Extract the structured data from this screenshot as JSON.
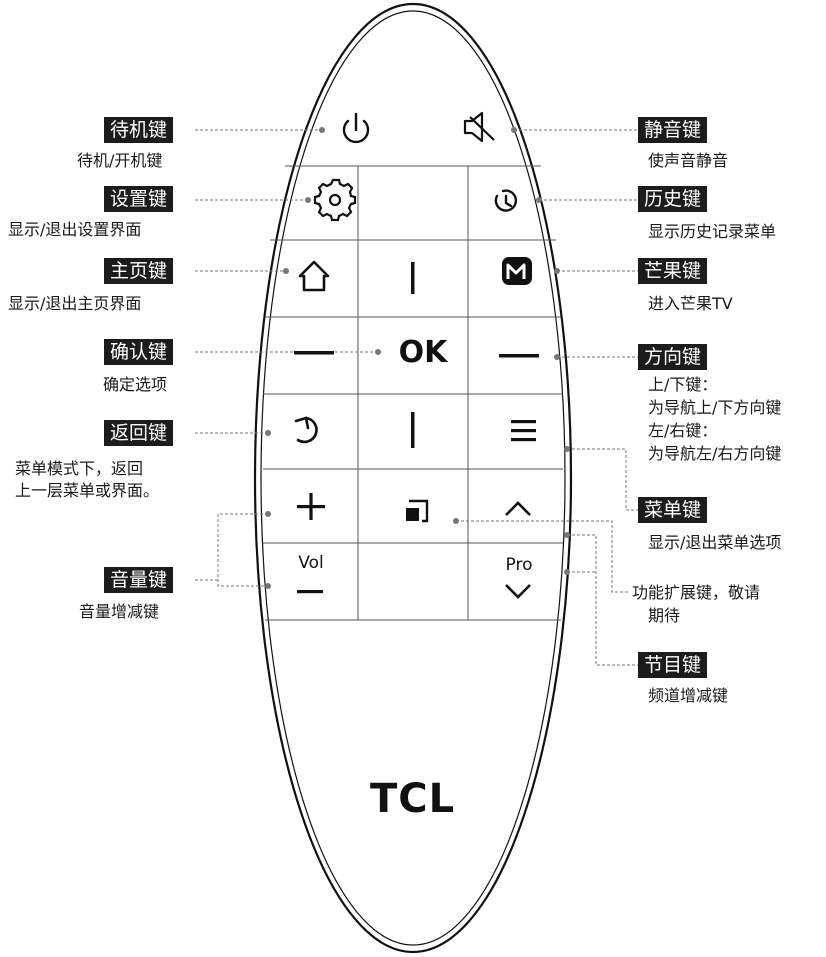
{
  "brand": "TCL",
  "button_labels": {
    "ok": "OK",
    "vol": "Vol",
    "pro": "Pro"
  },
  "callouts": [
    {
      "id": "standby",
      "tag": "待机键",
      "desc": [
        "待机/开机键"
      ]
    },
    {
      "id": "settings",
      "tag": "设置键",
      "desc": [
        "显示/退出设置界面"
      ]
    },
    {
      "id": "home",
      "tag": "主页键",
      "desc": [
        "显示/退出主页界面"
      ]
    },
    {
      "id": "confirm",
      "tag": "确认键",
      "desc": [
        "确定选项"
      ]
    },
    {
      "id": "back",
      "tag": "返回键",
      "desc": [
        "菜单模式下，返回",
        "上一层菜单或界面。"
      ]
    },
    {
      "id": "volume",
      "tag": "音量键",
      "desc": [
        "音量增减键"
      ]
    },
    {
      "id": "mute",
      "tag": "静音键",
      "desc": [
        "使声音静音"
      ]
    },
    {
      "id": "history",
      "tag": "历史键",
      "desc": [
        "显示历史记录菜单"
      ]
    },
    {
      "id": "mango",
      "tag": "芒果键",
      "desc": [
        "进入芒果TV"
      ]
    },
    {
      "id": "direction",
      "tag": "方向键",
      "desc": [
        "上/下键：",
        "为导航上/下方向键",
        "左/右键：",
        "为导航左/右方向键"
      ]
    },
    {
      "id": "menu",
      "tag": "菜单键",
      "desc": [
        "显示/退出菜单选项"
      ]
    },
    {
      "id": "function",
      "tag": "",
      "desc": [
        "功能扩展键，敬请",
        "期待"
      ]
    },
    {
      "id": "program",
      "tag": "节目键",
      "desc": [
        "频道增减键"
      ]
    }
  ]
}
